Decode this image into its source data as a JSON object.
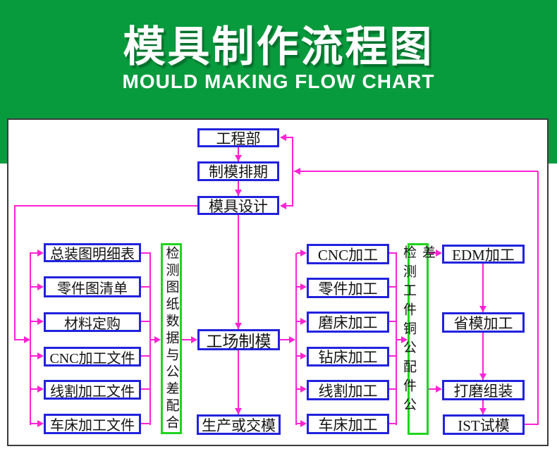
{
  "header": {
    "title": "模具制作流程图",
    "subtitle": "MOULD MAKING FLOW CHART",
    "background_color": "#089B3D",
    "title_color": "#FFFFFF"
  },
  "flowchart": {
    "colors": {
      "box_border": "#2222DE",
      "check_box_border": "#1FD41F",
      "connector": "#FF22D4",
      "frame_border": "#3A3A3A",
      "text": "#141414"
    },
    "top": [
      "工程部",
      "制模排期",
      "模具设计"
    ],
    "left": [
      "总装图明细表",
      "零件图清单",
      "材料定购",
      "CNC加工文件",
      "线割加工文件",
      "车床加工文件"
    ],
    "check_left": "检测图纸数据与公差配合",
    "center": [
      "工场制模",
      "生产或交模"
    ],
    "mid": [
      "CNC加工",
      "零件加工",
      "磨床加工",
      "钻床加工",
      "线割加工",
      "车床加工"
    ],
    "check_right": "检测工件铜公配件公差",
    "right": [
      "EDM加工",
      "省模加工",
      "打磨组装",
      "IST试模"
    ],
    "edges": [
      {
        "from": "工程部",
        "to": "制模排期"
      },
      {
        "from": "制模排期",
        "to": "模具设计"
      },
      {
        "from": "模具设计",
        "to": "工场制模"
      },
      {
        "from": "工场制模",
        "to": "生产或交模"
      },
      {
        "from": "模具设计",
        "to": "总装图明细表/零件图清单/材料定购/CNC加工文件/线割加工文件/车床加工文件"
      },
      {
        "from": "左列文件",
        "to": "检测图纸数据与公差配合"
      },
      {
        "from": "检测图纸数据与公差配合",
        "to": "工场制模"
      },
      {
        "from": "工场制模",
        "to": "CNC加工/零件加工/磨床加工/钻床加工/线割加工/车床加工"
      },
      {
        "from": "加工各项",
        "to": "检测工件铜公配件公差"
      },
      {
        "from": "检测工件铜公配件公差",
        "to": "EDM加工"
      },
      {
        "from": "检测工件铜公配件公差",
        "to": "打磨组装"
      },
      {
        "from": "EDM加工",
        "to": "省模加工"
      },
      {
        "from": "省模加工",
        "to": "打磨组装"
      },
      {
        "from": "打磨组装",
        "to": "IST试模"
      },
      {
        "from": "IST试模",
        "to": "工程部/模具设计"
      }
    ]
  }
}
